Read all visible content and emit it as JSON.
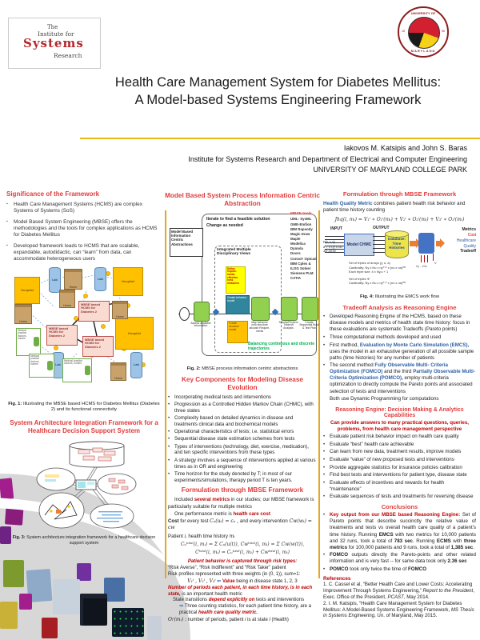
{
  "header": {
    "logo": {
      "the": "The",
      "institute": "Institute for",
      "systems": "Systems",
      "research": "Research"
    },
    "seal": {
      "top": "UNIVERSITY OF",
      "bottom": "MARYLAND",
      "year_left": "18",
      "year_right": "56"
    },
    "title1": "Health Care Management System for Diabetes Mellitus:",
    "title2": "A Model-based Systems Engineering Framework",
    "authors": "Iakovos M. Katsipis and John S. Baras",
    "affiliation": "Institute for Systems Research and Department of Electrical and Computer Engineering",
    "university": "UNIVERSITY OF MARYLAND COLLEGE PARK"
  },
  "left": {
    "significance_heading": "Significance of the Framework",
    "significance_bullets": [
      "Health Care Management Systems (HCMS) are complex Systems of Systems (SoS)",
      "Model Based System Engineering (MBSE) offers the methodologies and the tools for complex applications as HCMS for Diabetes Mellitus",
      "Developed framework leads to HCMS that are scalable, expandable, autodidactic, can “learn” from data, can accommodate heterogeneous users"
    ],
    "fig1": {
      "hospital": "Hospital",
      "home": "Home",
      "lab": "Lab",
      "mbse": "MBSE based HCMS for Diabetes 2",
      "medical": "Medical practice doctors, nurses",
      "caption_tag": "Fig. 1:",
      "caption": " Illustrating the MBSE based HCMS for Diabetes Mellitus (Diabetes 2) and its functional connectivity"
    },
    "arch_heading": "System Architecture Integration Framework for a Healthcare Decision Support System",
    "fig3": {
      "caption_tag": "Fig. 3:",
      "caption": " System architecture integration framework for a healthcare decision support system"
    }
  },
  "middle": {
    "heading": "Model Based System Process Information Centric Abstraction",
    "fig2": {
      "left_label": "Model Based Information Centric Abstractions",
      "iterate1": "Iterate to find a feasible solution",
      "iterate2": "Change as needed",
      "views": "Integrated Multiple Disciplinary Views",
      "note": "Define require-ments effective-ness measures",
      "behavior": "Create behavior model",
      "structure": "Create structure model",
      "g1": "Assess available information",
      "g2": "Map behavior onto structure allocate Require-ments",
      "g3": "Specify/Perform Tradeoff Analysis",
      "g4": "Create Sequential Build & Test Plan",
      "tools_heading": "MBSE tools",
      "tools": [
        "UML- SysML",
        "GME-Emfion",
        "IBM Rapsody",
        "Magic Draw",
        "Maple",
        "Modelica",
        "Dymola",
        "Doors",
        "Consol- Optcad",
        "IBM Cplex &",
        "ILOG Solver",
        "Siemens PLM",
        "CATIA"
      ],
      "green_note": "Balancing continuous and discrete trajectories",
      "caption_tag": "Fig. 2:",
      "caption": " MBSE process information centric abstractions"
    },
    "key_heading": "Key Components for Modeling Disease Evolution",
    "key_bullets": [
      "Incorporating medical tests and interventions",
      "Progression as a Controlled Hidden Markov Chain (CHMC), with three states",
      "Complexity based on detailed dynamics in disease and treatments clinical data and biochemical models",
      "Operational characteristics of tests; i.e. statistical errors",
      "Sequential disease state estimation schemes from tests",
      "Types of interventions (technology, diet, exercise, medication), and ten specific interventions from these types",
      "A strategy involves a sequence of interventions applied at various times as in OR and engineering",
      "Time horizon for the study denoted by T; in most of our experiments/simulations, therapy period T is ten years."
    ],
    "form_heading": "Formulation through MBSE Framework",
    "form_p1": [
      {
        "t": "Included "
      },
      {
        "t": "several metrics",
        "s": "rb"
      },
      {
        "t": " in our studies; our MBSE framework is particularly suitable for multiple metrics"
      }
    ],
    "form_p2": [
      {
        "t": "One performance metric is "
      },
      {
        "t": "health care cost",
        "s": "rb"
      }
    ],
    "form_p3": [
      {
        "t": "Cost",
        "s": "b"
      },
      {
        "t": " for every test  "
      },
      {
        "t": "Cᵤ(uₜ) = cᵤ ,",
        "s": "fm"
      },
      {
        "t": "  and every intervention  "
      },
      {
        "t": "Cw(wₜ) = cw",
        "s": "fm"
      }
    ],
    "form_p4": [
      {
        "t": "Patient "
      },
      {
        "t": "i",
        "s": "it"
      },
      {
        "t": ", health time history  "
      },
      {
        "t": "mᵢ",
        "s": "fm"
      }
    ],
    "formula1": "Cᵤᵗᵒᵗᵃˡ(i, mᵢ) = Σ Cᵤ(u(t)),        Cwᵗᵒᵗᵃˡ(i, mᵢ) = Σ Cw(w(t)),",
    "formula2": "Cᵗᵒᵗᵃˡ(i, mᵢ) = Cᵤᵗᵒᵗᵃˡ(i, mᵢ) + Cwᵗᵒᵗᵃˡ(i, mᵢ)",
    "risk1": "Patient behavior is captured through risk types:",
    "risk2": "“Risk Averse”, “Risk Indifferent” and “Risk Taker” patient",
    "risk3": "Risk profiles represented with three weights (in (0, 1)), sum=1:",
    "risk4": [
      {
        "t": "V₁ⁱ , V₂ⁱ , V₃ⁱ",
        "s": "fm"
      },
      {
        "t": "  ⇐  ",
        "s": "ab"
      },
      {
        "t": "Value",
        "s": "rb"
      },
      {
        "t": " being in disease state 1, 2, 3"
      }
    ],
    "risk5": [
      {
        "t": "Number of periods each patient, in each time history, is in each state,",
        "s": "ri"
      },
      {
        "t": " is an important health metric"
      }
    ],
    "risk6": [
      {
        "t": "State transitions "
      },
      {
        "t": "depend explicitly on",
        "s": "ri"
      },
      {
        "t": " tests and interventions"
      }
    ],
    "risk7": [
      {
        "t": "⇒  ",
        "s": "ab"
      },
      {
        "t": "Three counting statistics, for each patient time history, are a practical "
      },
      {
        "t": "health care quality metric.",
        "s": "ri"
      }
    ],
    "risk8": [
      {
        "t": "Oₗⁱ(mᵢ) :",
        "s": "fm"
      },
      {
        "t": "  number of periods, patient "
      },
      {
        "t": "i",
        "s": "it"
      },
      {
        "t": " is at state "
      },
      {
        "t": "l",
        "s": "it"
      },
      {
        "t": " (Health)"
      }
    ]
  },
  "right": {
    "form_heading": "Formulation through MBSE Framework",
    "hq": [
      {
        "t": "Health Quality Metric",
        "s": "bb"
      },
      {
        "t": " combines patient health risk behavior and patient time history counting"
      }
    ],
    "formula": "Jhq(i, mᵢ) = V₁ⁱ ∗ O₁ⁱ(mᵢ) + V₂ⁱ ∗ O₂ⁱ(mᵢ) + V₃ⁱ ∗ O₃ⁱ(mᵢ)",
    "fig4": {
      "input": "INPUT",
      "output": "OUTPUT",
      "model": "Model CHMC",
      "db": "Database: Time Histories",
      "metrics": "Metrics",
      "cost": "Cost",
      "hc": "Healthcare",
      "quality": "Quality",
      "tradeoff": "Tradeoff",
      "pl1": "P(s,u,a)",
      "pl2": "a 7 x ny x nu",
      "pl3": "3D array",
      "cu": "Cᵤ - Cw",
      "v": "V",
      "t1": "Set of triples of arrays (y, u, a)",
      "t2": "Cardinality: Ny x Nu x nyᵀ⁺¹ x (nu x na)ᵀᴹ",
      "t3": "Each triple size: 4 x Ny,u + 1",
      "t4": "Set of triples Φ",
      "t5": "Cardinality: Ny x Nu x nyᵀ⁺¹ x (nu x na)ᵀᴹ",
      "caption_tag": "Fig. 4:",
      "caption": " Illustrating the EMCS work flow"
    },
    "tradeoff_heading": "Tradeoff  Analysis as Reasoning Engine",
    "tradeoff_b1": "Developed Reasoning Engine of the HCMS, based on these disease models and metrics of health state time history:  focus in these evaluations are systematic Tradeoffs (Pareto points)",
    "tradeoff_b2": "Three computational methods developed and used",
    "tradeoff_b3": [
      {
        "t": "First method, "
      },
      {
        "t": "Evaluation by Monte Carlo Simulation (EMCS),",
        "s": "bb"
      },
      {
        "t": " uses the model in an exhaustive generation of all possible sample paths (time histories) for any number of patients"
      }
    ],
    "tradeoff_b4": [
      {
        "t": "The second method  "
      },
      {
        "t": "Fully Observable Multi- Criteria Optimization (FOMCO)",
        "s": "bb"
      },
      {
        "t": " and the third  "
      },
      {
        "t": "Partially Observable Multi-Criteria Optimization (POMCO),",
        "s": "bb"
      },
      {
        "t": " employ multi-criteria optimization to directly compute the Pareto points and associated selection of tests and interventions"
      }
    ],
    "tradeoff_b5": "Both use Dynamic Programming for computations",
    "reasoning_heading": "Reasoning Engine: Decision Making & Analytics Capabilities",
    "reasoning_intro": "Can provide answers to many practical questions, queries, problems, from health care management perspective",
    "reasoning_bullets": [
      "Evaluate patient risk behavior impact on health care quality",
      "Evaluate “best” health care achievable",
      "Can learn from new data, treatment results, improve models",
      "Evaluate “value” of new proposed tests and interventions",
      "Provide aggregate statistics for insurance policies calibration",
      "Find best tests and interventions for patient type, disease state",
      "Evaluate effects of incentives and rewards for health “maintenance”",
      "Evaluate sequences of tests and treatments for reversing disease"
    ],
    "conclusions_heading": "Conclusions",
    "conc_b1": [
      {
        "t": "Key output from our MBSE based Reasoning Engine:",
        "s": "rb"
      },
      {
        "t": " Set of Pareto points that describe succinctly the relative value of treatments and tests vs overall health care quality of a patient's time history. Running "
      },
      {
        "t": "EMCS",
        "s": "b"
      },
      {
        "t": " with two metrics for 10,000 patients and 32 runs, took a total of "
      },
      {
        "t": "783 sec",
        "s": "b"
      },
      {
        "t": ". Running "
      },
      {
        "t": "ECMS",
        "s": "b"
      },
      {
        "t": " with "
      },
      {
        "t": "three metrics",
        "s": "b"
      },
      {
        "t": " for 100,000 patients and 9 runs, took a total of "
      },
      {
        "t": "1,385 sec",
        "s": "b"
      },
      {
        "t": "."
      }
    ],
    "conc_b2": [
      {
        "t": "FOMCO",
        "s": "b"
      },
      {
        "t": " outputs directly the Pareto-points and other related information and is very fast -- for same data  took only "
      },
      {
        "t": "2.36 sec",
        "s": "b"
      }
    ],
    "conc_b3": [
      {
        "t": "POMCO",
        "s": "b"
      },
      {
        "t": " took only twice the time of "
      },
      {
        "t": "FOMCO",
        "s": "b"
      }
    ],
    "references_heading": "References",
    "ref1": [
      {
        "t": "1. C. Cassel et al, “Better Health Care and Lower Costs: Accelerating Improvement Through Systems Engineering,” "
      },
      {
        "t": "Report to the President",
        "s": "it"
      },
      {
        "t": ", Exec. Office of the President, "
      },
      {
        "t": "PCAST",
        "s": "it"
      },
      {
        "t": ", May 2014."
      }
    ],
    "ref2": [
      {
        "t": "2. I. M. Katsipis, “Health Care Management System for Diabetes Mellitus: A Model-Based Systems Engineering Framework, "
      },
      {
        "t": "MS Thesis in Systems Engineering",
        "s": "it"
      },
      {
        "t": ", Un. of Maryland, May 2015."
      }
    ]
  }
}
